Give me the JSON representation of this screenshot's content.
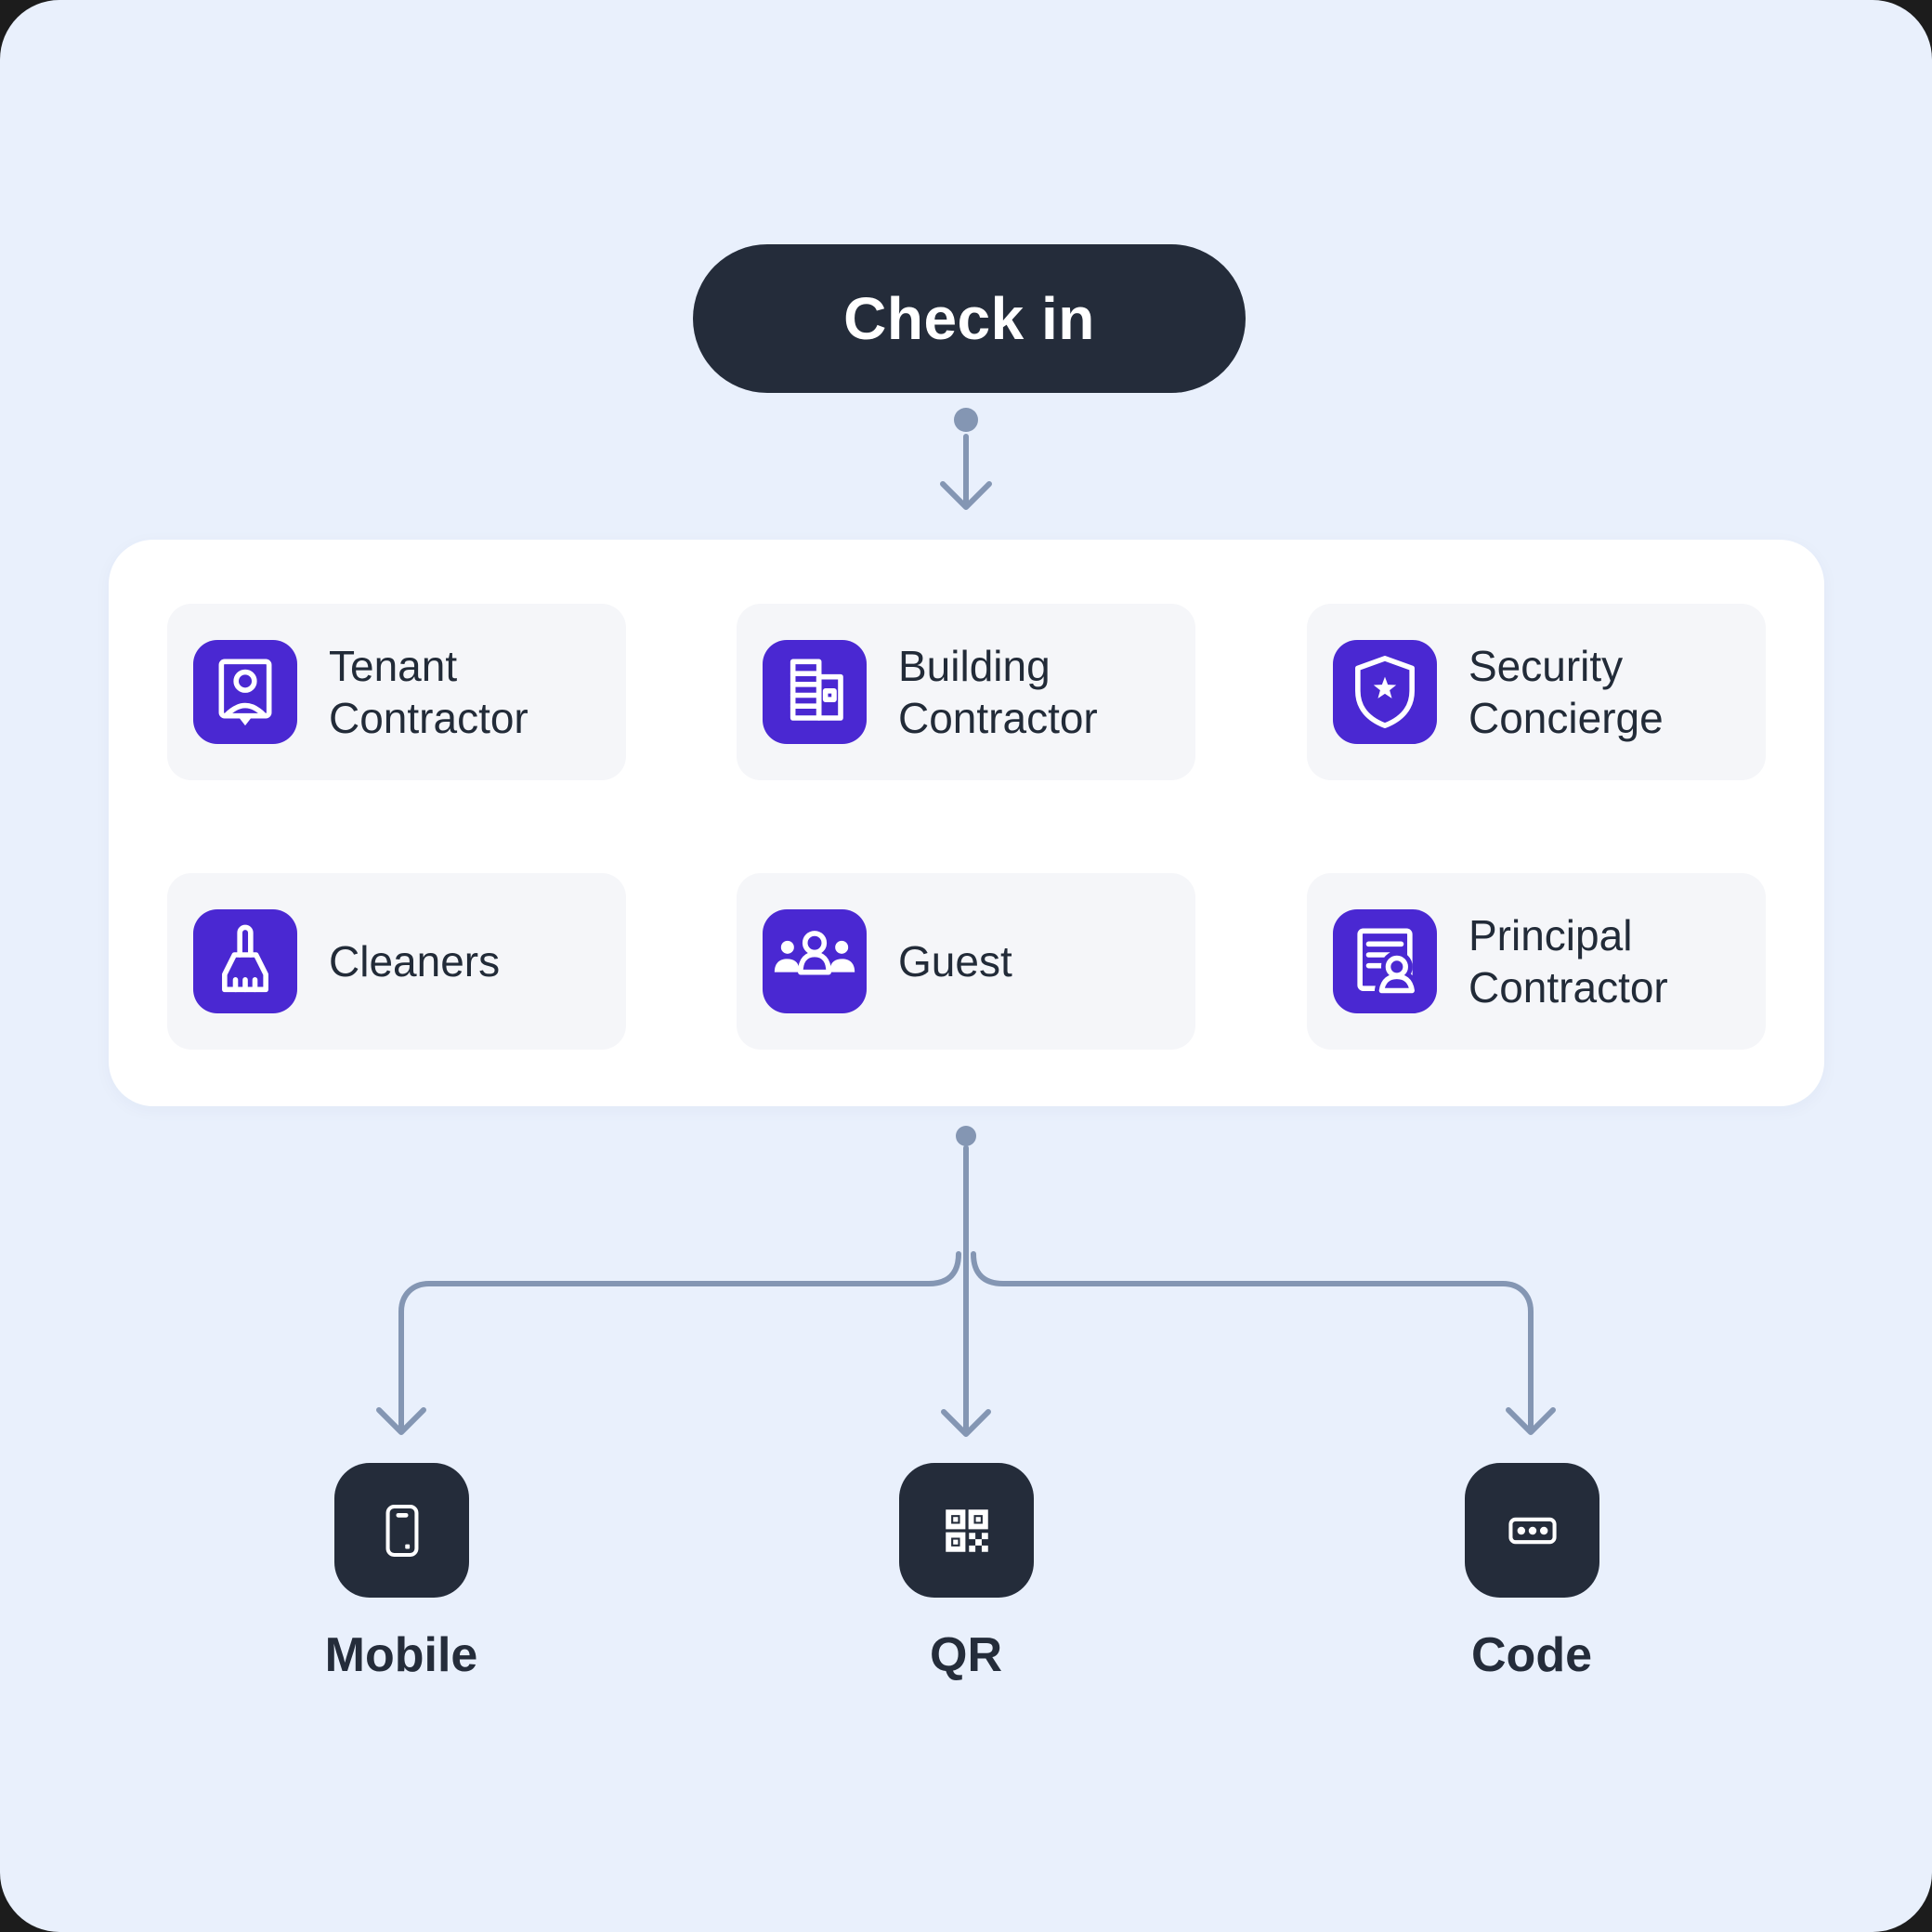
{
  "title": {
    "label": "Check in"
  },
  "roles": [
    {
      "label": "Tenant Contractor",
      "icon": "badge-person-icon"
    },
    {
      "label": "Building Contractor",
      "icon": "building-icon"
    },
    {
      "label": "Security Concierge",
      "icon": "shield-star-icon"
    },
    {
      "label": "Cleaners",
      "icon": "broom-icon"
    },
    {
      "label": "Guest",
      "icon": "people-group-icon"
    },
    {
      "label": "Principal Contractor",
      "icon": "document-person-icon"
    }
  ],
  "methods": [
    {
      "label": "Mobile",
      "icon": "smartphone-icon"
    },
    {
      "label": "QR",
      "icon": "qr-code-icon"
    },
    {
      "label": "Code",
      "icon": "passcode-icon"
    }
  ],
  "colors": {
    "accent_purple": "#4A28D2",
    "dark_navy": "#242C3A",
    "connector_blue_gray": "#8496B3",
    "background": "#E9F0FC",
    "panel": "#FFFFFF",
    "card": "#F5F6F9",
    "text": "#222B38"
  }
}
